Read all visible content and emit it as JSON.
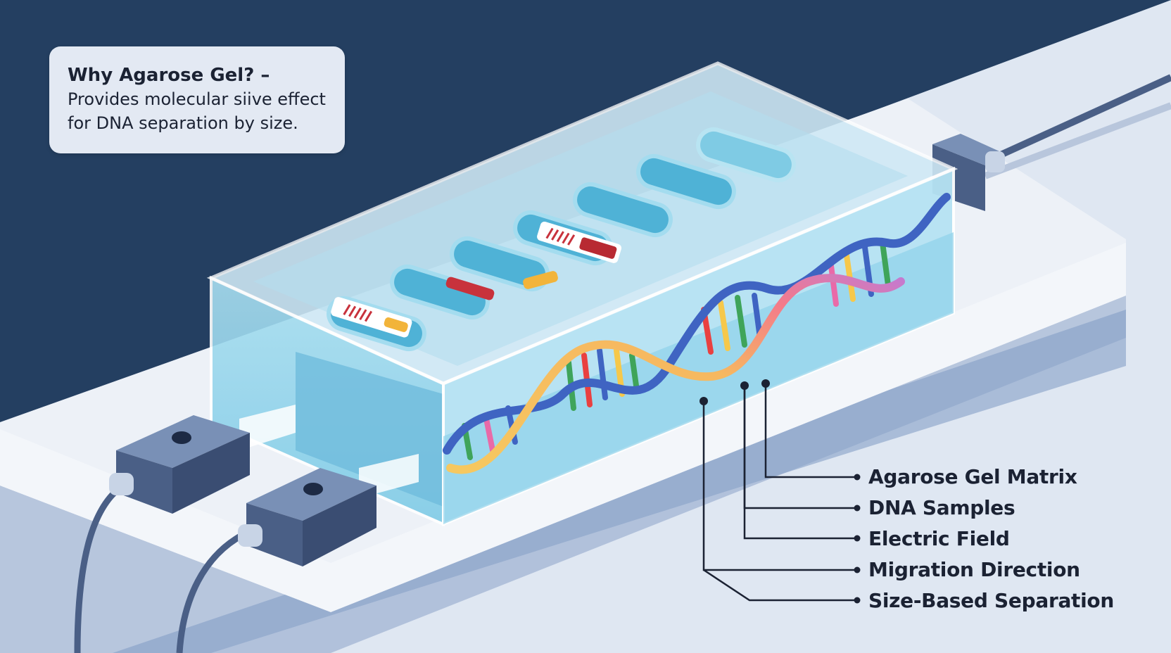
{
  "info": {
    "title": "Why Agarose Gel? –",
    "body_line1": "Provides molecular siive effect",
    "body_line2": "for DNA separation by size."
  },
  "legend": [
    "Agarose Gel Matrix",
    "DNA Samples",
    "Electric Field",
    "Migration Direction",
    "Size-Based Separation"
  ],
  "colors": {
    "background": "#243f61",
    "bench": "#e6ecf5",
    "gel": "#7fc9e6",
    "band_red": "#c8323c",
    "band_yellow": "#f2b43a",
    "dna_backbone_blue": "#3f64c2",
    "dna_backbone_yellow": "#f6c860",
    "electrode": "#4a5f86"
  }
}
